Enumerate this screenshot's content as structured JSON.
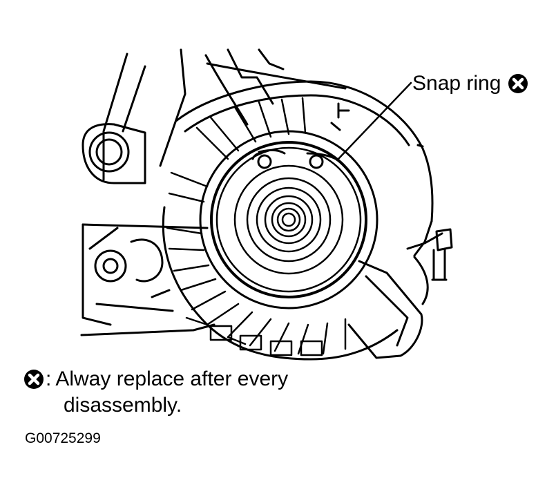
{
  "diagram": {
    "callout_label": "Snap ring",
    "callout_symbol": "replace-every-time-icon",
    "note": {
      "symbol": "replace-every-time-icon",
      "colon": ":",
      "line1": "Alway replace after every",
      "line2": "disassembly."
    },
    "figure_id": "G00725299"
  }
}
